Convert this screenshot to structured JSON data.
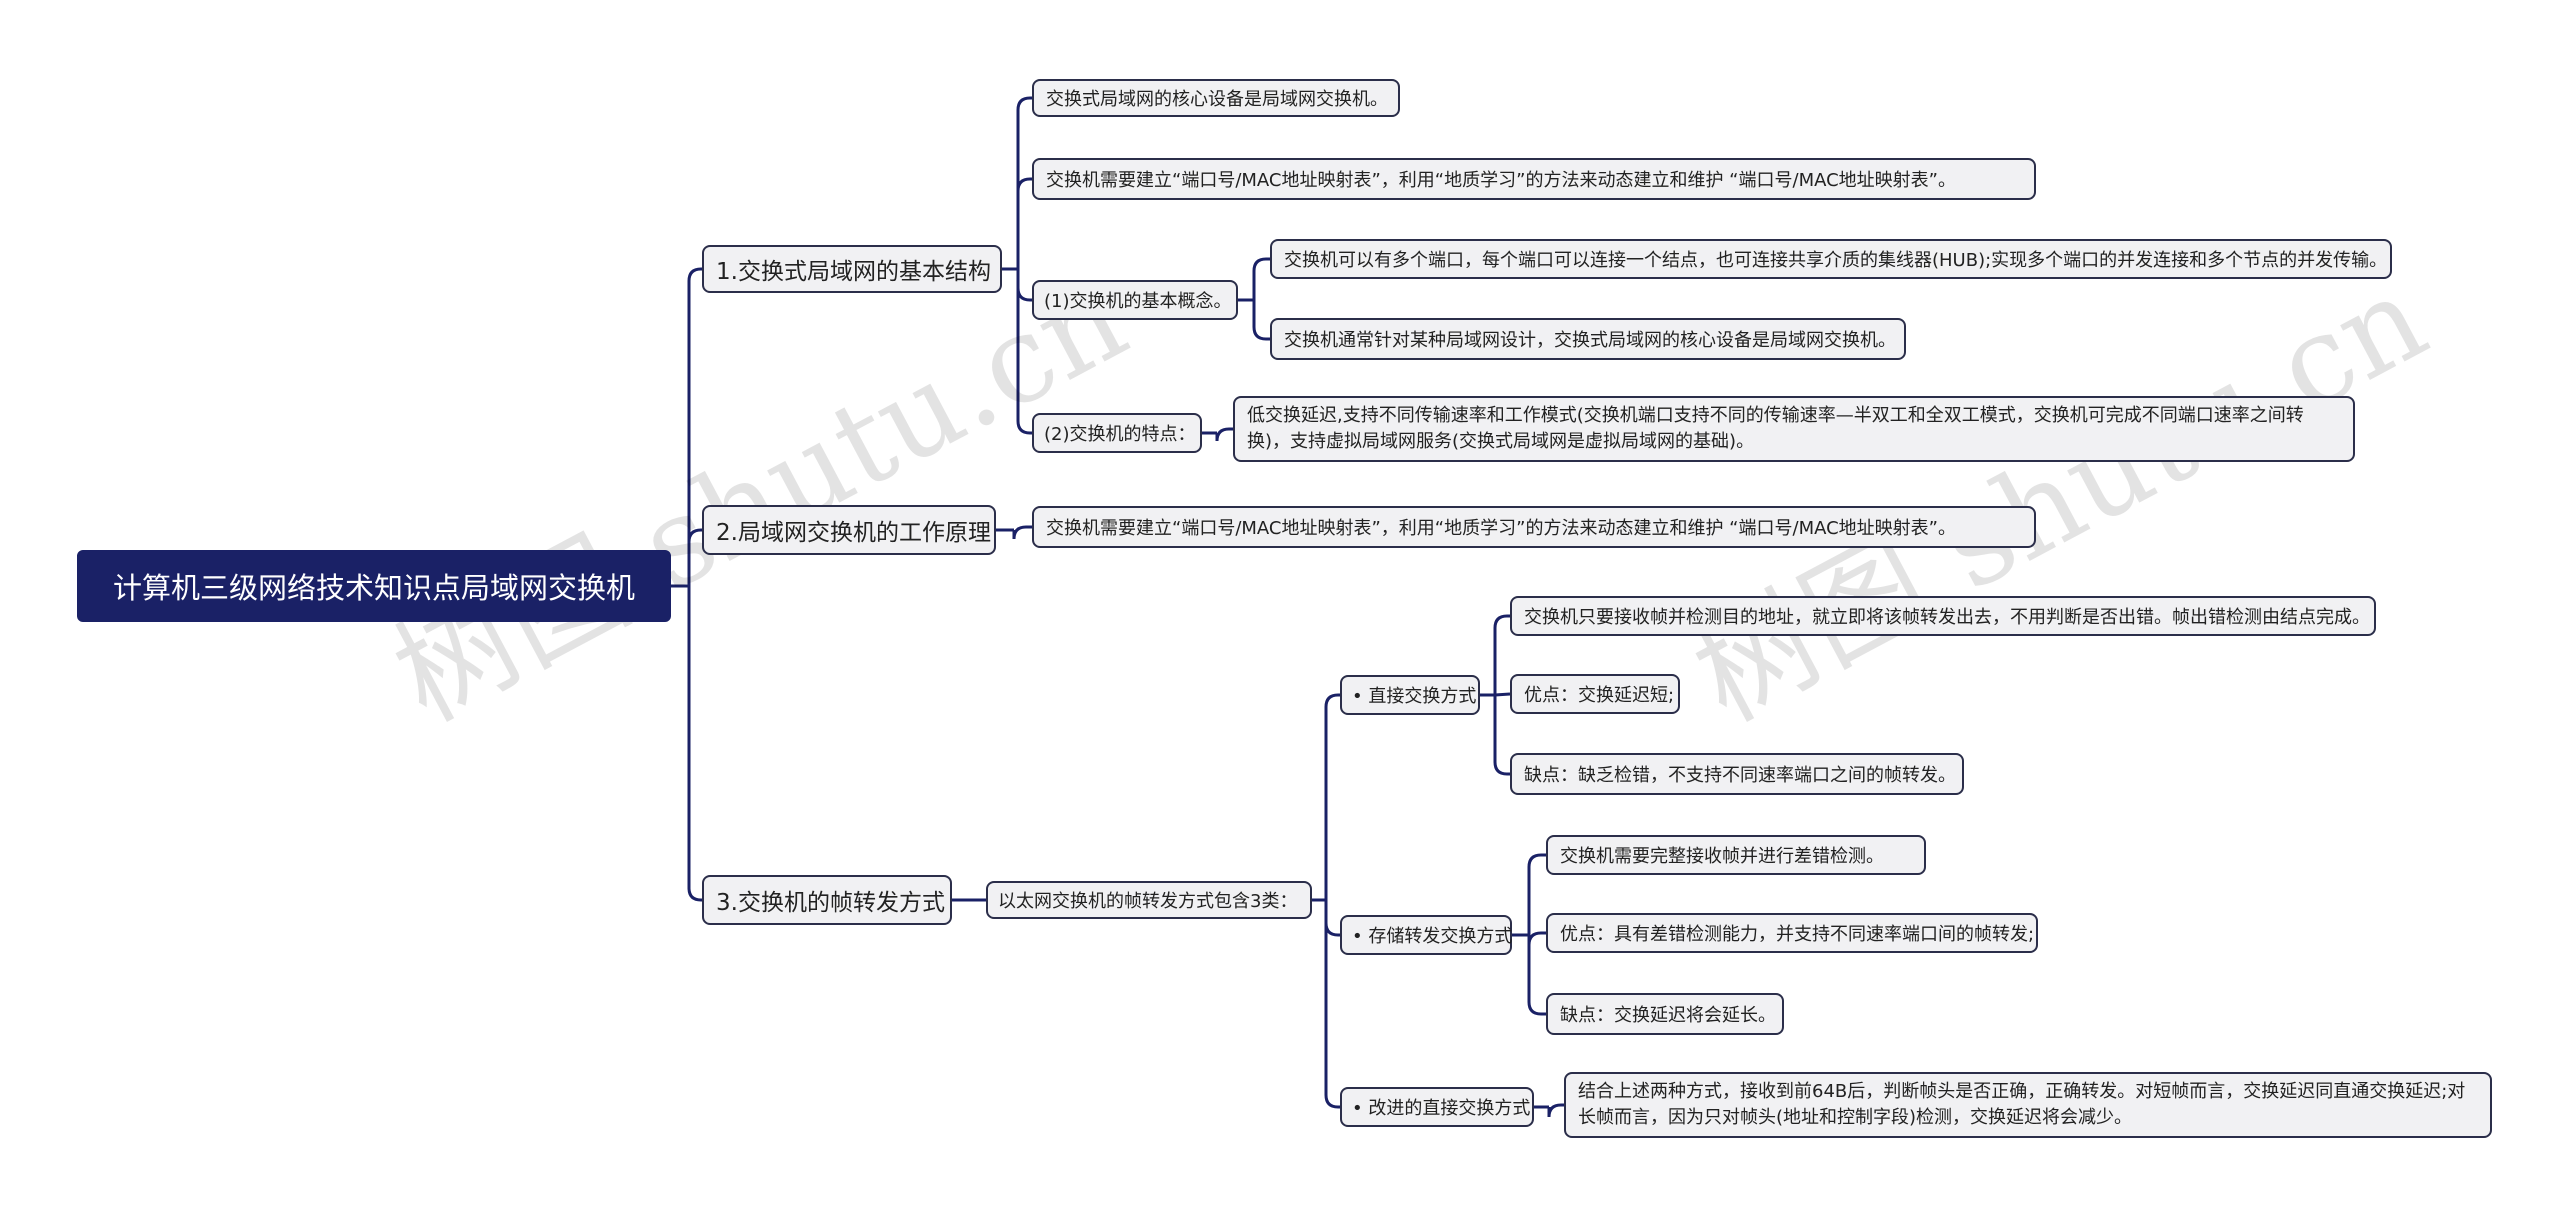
{
  "root": "计算机三级网络技术知识点局域网交换机",
  "sections": [
    {
      "title": "1.交换式局域网的基本结构",
      "items": [
        "交换式局域网的核心设备是局域网交换机。",
        "交换机需要建立“端口号/MAC地址映射表”，利用“地质学习”的方法来动态建立和维护 “端口号/MAC地址映射表”。",
        {
          "title": "(1)交换机的基本概念。",
          "items": [
            "交换机可以有多个端口，每个端口可以连接一个结点，也可连接共享介质的集线器(HUB);实现多个端口的并发连接和多个节点的并发传输。",
            "交换机通常针对某种局域网设计，交换式局域网的核心设备是局域网交换机。"
          ]
        },
        {
          "title": "(2)交换机的特点：",
          "items": [
            "低交换延迟,支持不同传输速率和工作模式(交换机端口支持不同的传输速率—半双工和全双工模式，交换机可完成不同端口速率之间转换)，支持虚拟局域网服务(交换式局域网是虚拟局域网的基础)。"
          ]
        }
      ]
    },
    {
      "title": "2.局域网交换机的工作原理",
      "items": [
        "交换机需要建立“端口号/MAC地址映射表”，利用“地质学习”的方法来动态建立和维护 “端口号/MAC地址映射表”。"
      ]
    },
    {
      "title": "3.交换机的帧转发方式",
      "intro": "以太网交换机的帧转发方式包含3类：",
      "groups": [
        {
          "title": "• 直接交换方式",
          "items": [
            "交换机只要接收帧并检测目的地址，就立即将该帧转发出去，不用判断是否出错。帧出错检测由结点完成。",
            "优点：交换延迟短;",
            "缺点：缺乏检错，不支持不同速率端口之间的帧转发。"
          ]
        },
        {
          "title": "• 存储转发交换方式",
          "items": [
            "交换机需要完整接收帧并进行差错检测。",
            "优点：具有差错检测能力，并支持不同速率端口间的帧转发;",
            "缺点：交换延迟将会延长。"
          ]
        },
        {
          "title": "• 改进的直接交换方式",
          "items": [
            "结合上述两种方式，接收到前64B后，判断帧头是否正确，正确转发。对短帧而言，交换延迟同直通交换延迟;对长帧而言，因为只对帧头(地址和控制字段)检测，交换延迟将会减少。"
          ]
        }
      ]
    }
  ],
  "watermarks": [
    "树图 shutu.cn",
    "树图 shutu.cn"
  ],
  "colors": {
    "root_bg": "#1a2166",
    "node_bg": "#f1f1f3",
    "border": "#2b2e4a",
    "line": "#1a2166"
  }
}
